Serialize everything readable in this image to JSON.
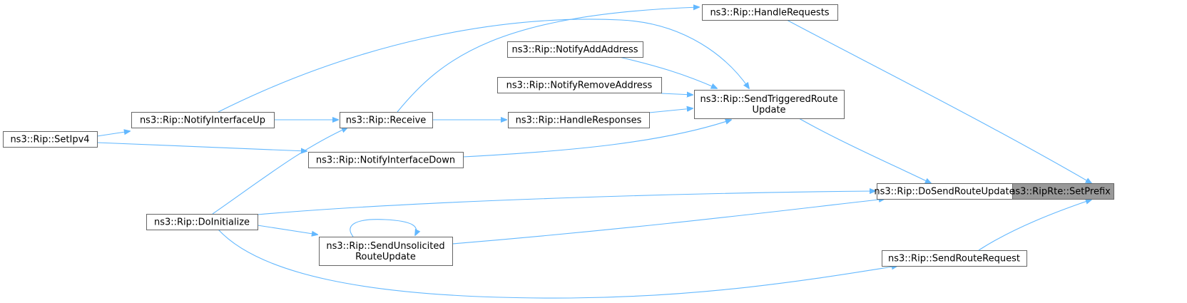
{
  "graph": {
    "edge_color": "#63b8ff",
    "highlight_fill": "#999999",
    "nodes": [
      {
        "id": "setprefix",
        "lines": [
          "ns3::RipRte::SetPrefix"
        ],
        "highlight": true
      },
      {
        "id": "handlerequests",
        "lines": [
          "ns3::Rip::HandleRequests"
        ]
      },
      {
        "id": "dosend",
        "lines": [
          "ns3::Rip::DoSendRouteUpdate"
        ]
      },
      {
        "id": "sendroutereq",
        "lines": [
          "ns3::Rip::SendRouteRequest"
        ]
      },
      {
        "id": "receive",
        "lines": [
          "ns3::Rip::Receive"
        ]
      },
      {
        "id": "sendtriggered",
        "lines": [
          "ns3::Rip::SendTriggeredRoute",
          "Update"
        ]
      },
      {
        "id": "doinit",
        "lines": [
          "ns3::Rip::DoInitialize"
        ]
      },
      {
        "id": "sendunsol",
        "lines": [
          "ns3::Rip::SendUnsolicited",
          "RouteUpdate"
        ]
      },
      {
        "id": "notifyup",
        "lines": [
          "ns3::Rip::NotifyInterfaceUp"
        ]
      },
      {
        "id": "setipv4",
        "lines": [
          "ns3::Rip::SetIpv4"
        ]
      },
      {
        "id": "notifyadd",
        "lines": [
          "ns3::Rip::NotifyAddAddress"
        ]
      },
      {
        "id": "notifyremove",
        "lines": [
          "ns3::Rip::NotifyRemoveAddress"
        ]
      },
      {
        "id": "handleresp",
        "lines": [
          "ns3::Rip::HandleResponses"
        ]
      },
      {
        "id": "notifydown",
        "lines": [
          "ns3::Rip::NotifyInterfaceDown"
        ]
      }
    ],
    "edges": [
      {
        "from": "handlerequests",
        "to": "setprefix"
      },
      {
        "from": "dosend",
        "to": "setprefix"
      },
      {
        "from": "sendroutereq",
        "to": "setprefix"
      },
      {
        "from": "receive",
        "to": "handlerequests"
      },
      {
        "from": "sendtriggered",
        "to": "dosend"
      },
      {
        "from": "doinit",
        "to": "dosend"
      },
      {
        "from": "sendunsol",
        "to": "dosend"
      },
      {
        "from": "doinit",
        "to": "sendroutereq"
      },
      {
        "from": "notifyup",
        "to": "receive"
      },
      {
        "from": "doinit",
        "to": "receive"
      },
      {
        "from": "notifyup",
        "to": "sendtriggered"
      },
      {
        "from": "notifyadd",
        "to": "sendtriggered"
      },
      {
        "from": "notifyremove",
        "to": "sendtriggered"
      },
      {
        "from": "handleresp",
        "to": "sendtriggered"
      },
      {
        "from": "notifydown",
        "to": "sendtriggered"
      },
      {
        "from": "receive",
        "to": "handleresp"
      },
      {
        "from": "doinit",
        "to": "sendunsol"
      },
      {
        "from": "sendunsol",
        "to": "sendunsol"
      },
      {
        "from": "setipv4",
        "to": "notifyup"
      },
      {
        "from": "setipv4",
        "to": "notifydown"
      }
    ]
  }
}
